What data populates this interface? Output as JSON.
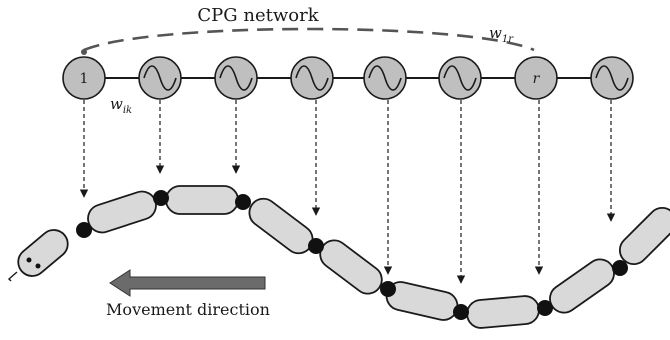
{
  "title": "CPG network",
  "oscillators": [
    {
      "label": "1",
      "kind": "numbered"
    },
    {
      "label": "",
      "kind": "sine"
    },
    {
      "label": "",
      "kind": "sine"
    },
    {
      "label": "",
      "kind": "sine"
    },
    {
      "label": "",
      "kind": "sine"
    },
    {
      "label": "",
      "kind": "sine"
    },
    {
      "label": "r",
      "kind": "numbered"
    },
    {
      "label": "",
      "kind": "sine"
    }
  ],
  "weights": {
    "w1r": {
      "base": "w",
      "sub": "1r"
    },
    "wik": {
      "base": "w",
      "sub": "ik"
    }
  },
  "movement_label": "Movement direction",
  "colors": {
    "oscillator_fill": "#bfbfbf",
    "segment_fill": "#d9d9d9",
    "joint": "#111111",
    "arrow": "#6b6b6b",
    "dashed_link": "#555555"
  }
}
